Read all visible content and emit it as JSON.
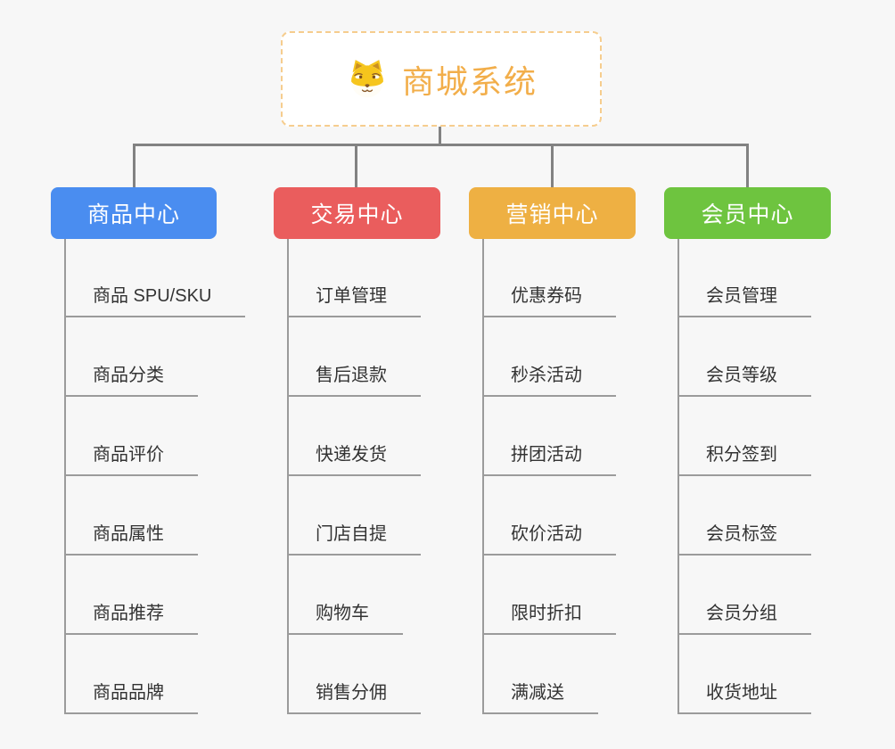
{
  "root": {
    "title": "商城系统",
    "icon": "dog-icon"
  },
  "branches": [
    {
      "label": "商品中心",
      "color": "#4a8df0",
      "children": [
        "商品 SPU/SKU",
        "商品分类",
        "商品评价",
        "商品属性",
        "商品推荐",
        "商品品牌"
      ]
    },
    {
      "label": "交易中心",
      "color": "#ea5d5d",
      "children": [
        "订单管理",
        "售后退款",
        "快递发货",
        "门店自提",
        "购物车",
        "销售分佣"
      ]
    },
    {
      "label": "营销中心",
      "color": "#eeb043",
      "children": [
        "优惠券码",
        "秒杀活动",
        "拼团活动",
        "砍价活动",
        "限时折扣",
        "满减送"
      ]
    },
    {
      "label": "会员中心",
      "color": "#6ec43f",
      "children": [
        "会员管理",
        "会员等级",
        "积分签到",
        "会员标签",
        "会员分组",
        "收货地址"
      ]
    }
  ],
  "colors": {
    "background": "#f7f7f7",
    "root_border": "#f6cd8e",
    "root_text": "#f2ae4a",
    "connector": "#828282",
    "leaf_line": "#9b9b9b",
    "leaf_text": "#333333"
  }
}
